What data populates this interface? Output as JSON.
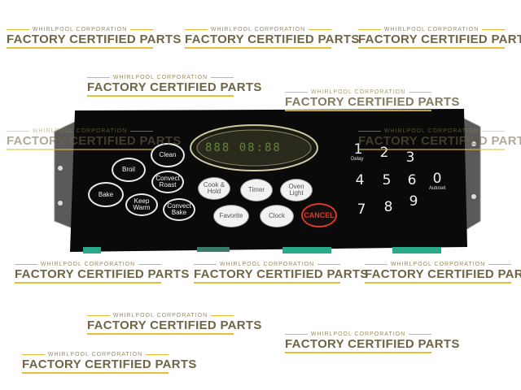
{
  "watermark": {
    "corp": "WHIRLPOOL CORPORATION",
    "text": "FACTORY CERTIFIED PARTS"
  },
  "display": {
    "text": "888 08:88"
  },
  "buttons": {
    "clean": "Clean",
    "broil": "Broil",
    "bake": "Bake",
    "convect_roast": "Convect Roast",
    "keep_warm": "Keep Warm",
    "convect_bake": "Convect Bake",
    "cook_hold": "Cook & Hold",
    "timer": "Timer",
    "oven_light": "Oven Light",
    "favorite": "Favorite",
    "clock": "Clock",
    "cancel": "CANCEL"
  },
  "keypad": {
    "k1": "1",
    "k2": "2",
    "k3": "3",
    "k4": "4",
    "k5": "5",
    "k6": "6",
    "k0": "0",
    "k7": "7",
    "k8": "8",
    "k9": "9",
    "delay": "Delay",
    "autoset": "Autoset"
  }
}
